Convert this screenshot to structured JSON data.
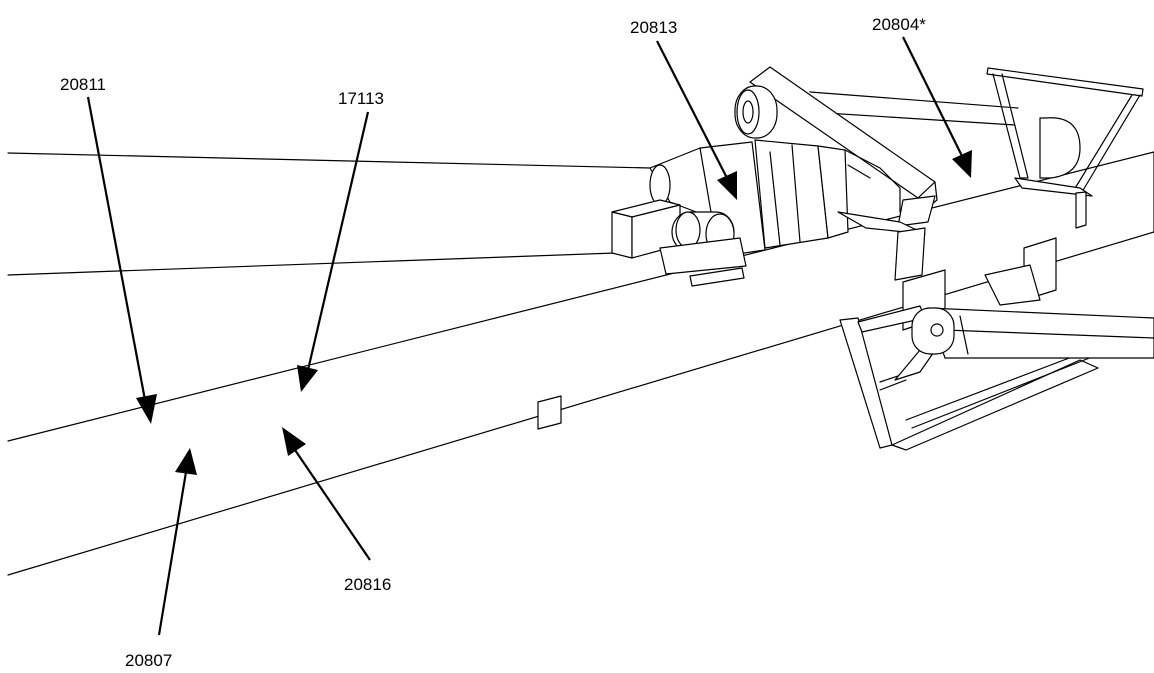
{
  "diagram": {
    "colors": {
      "line": "#000000",
      "background": "#ffffff"
    },
    "callouts": [
      {
        "id": "c20811",
        "label": "20811"
      },
      {
        "id": "c17113",
        "label": "17113"
      },
      {
        "id": "c20813",
        "label": "20813"
      },
      {
        "id": "c20804",
        "label": "20804*"
      },
      {
        "id": "c20816",
        "label": "20816"
      },
      {
        "id": "c20807",
        "label": "20807"
      }
    ]
  }
}
